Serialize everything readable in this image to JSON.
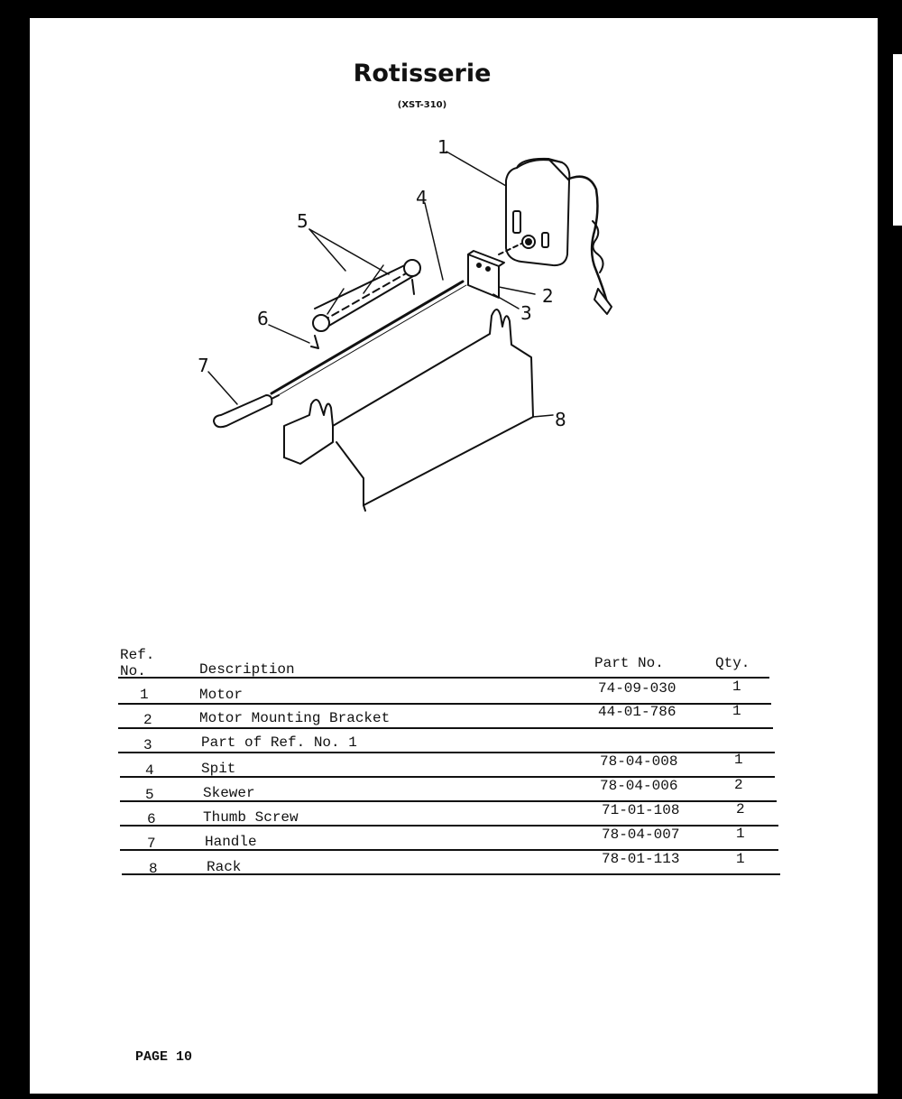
{
  "document": {
    "title": "Rotisserie",
    "model": "(XST-310)",
    "page_label": "PAGE 10"
  },
  "diagram": {
    "callouts": [
      "1",
      "2",
      "3",
      "4",
      "5",
      "6",
      "7",
      "8"
    ]
  },
  "table": {
    "headers": {
      "ref_line1": "Ref.",
      "ref_line2": "No.",
      "description": "Description",
      "part_no": "Part No.",
      "qty": "Qty."
    },
    "rows": [
      {
        "ref": "1",
        "description": "Motor",
        "part_no": "74-09-030",
        "qty": "1"
      },
      {
        "ref": "2",
        "description": "Motor Mounting Bracket",
        "part_no": "44-01-786",
        "qty": "1"
      },
      {
        "ref": "3",
        "description": "Part of Ref. No. 1",
        "part_no": "",
        "qty": ""
      },
      {
        "ref": "4",
        "description": "Spit",
        "part_no": "78-04-008",
        "qty": "1"
      },
      {
        "ref": "5",
        "description": "Skewer",
        "part_no": "78-04-006",
        "qty": "2"
      },
      {
        "ref": "6",
        "description": "Thumb Screw",
        "part_no": "71-01-108",
        "qty": "2"
      },
      {
        "ref": "7",
        "description": "Handle",
        "part_no": "78-04-007",
        "qty": "1"
      },
      {
        "ref": "8",
        "description": "Rack",
        "part_no": "78-01-113",
        "qty": "1"
      }
    ]
  }
}
